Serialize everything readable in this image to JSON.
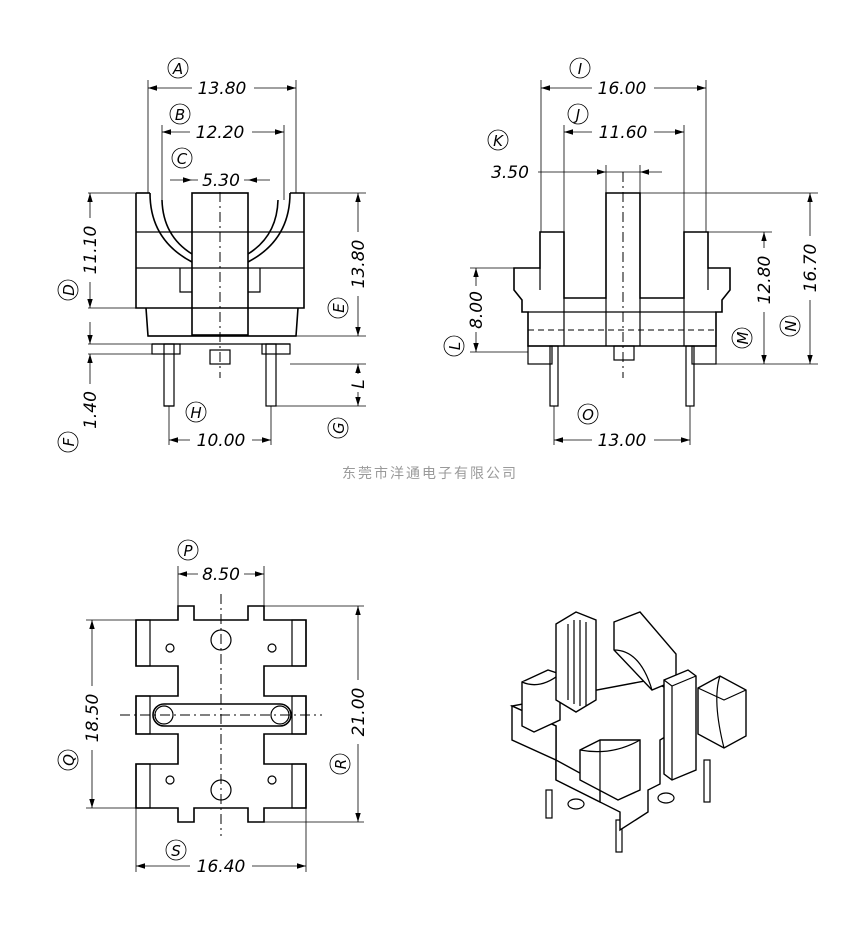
{
  "watermark": "东莞市洋通电子有限公司",
  "front_view": {
    "dims": [
      {
        "label": "A",
        "value": "13.80"
      },
      {
        "label": "B",
        "value": "12.20"
      },
      {
        "label": "C",
        "value": "5.30"
      },
      {
        "label": "D",
        "value": "11.10"
      },
      {
        "label": "E",
        "value": "13.80"
      },
      {
        "label": "F",
        "value": "1.40"
      },
      {
        "label": "G",
        "value": "L"
      },
      {
        "label": "H",
        "value": "10.00"
      }
    ]
  },
  "side_view": {
    "dims": [
      {
        "label": "I",
        "value": "16.00"
      },
      {
        "label": "J",
        "value": "11.60"
      },
      {
        "label": "K",
        "value": "3.50"
      },
      {
        "label": "L",
        "value": "8.00"
      },
      {
        "label": "M",
        "value": "12.80"
      },
      {
        "label": "N",
        "value": "16.70"
      },
      {
        "label": "O",
        "value": "13.00"
      }
    ]
  },
  "bottom_view": {
    "dims": [
      {
        "label": "P",
        "value": "8.50"
      },
      {
        "label": "Q",
        "value": "18.50"
      },
      {
        "label": "R",
        "value": "21.00"
      },
      {
        "label": "S",
        "value": "16.40"
      }
    ]
  }
}
